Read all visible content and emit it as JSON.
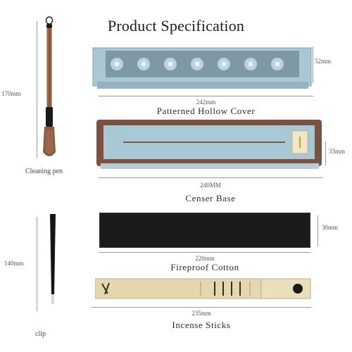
{
  "title": "Product Specification",
  "items": {
    "cover": {
      "name": "Patterned Hollow Cover",
      "width": "242mm",
      "height": "52mm"
    },
    "base": {
      "name": "Censer Base",
      "width": "240MM",
      "height": "33mm"
    },
    "cotton": {
      "name": "Fireproof Cotton",
      "width": "220mm",
      "height": "30mm"
    },
    "sticks": {
      "name": "Incense Sticks",
      "width": "235mm"
    },
    "pen": {
      "name": "Cleaning pen",
      "length": "170mm"
    },
    "clip": {
      "name": "clip",
      "length": "140mm"
    }
  },
  "colors": {
    "ceramic_blue": "#a9c8d6",
    "clay_brown": "#7d5140",
    "cotton_black": "#1b1b1b",
    "box_tan": "#e4d6ae"
  }
}
